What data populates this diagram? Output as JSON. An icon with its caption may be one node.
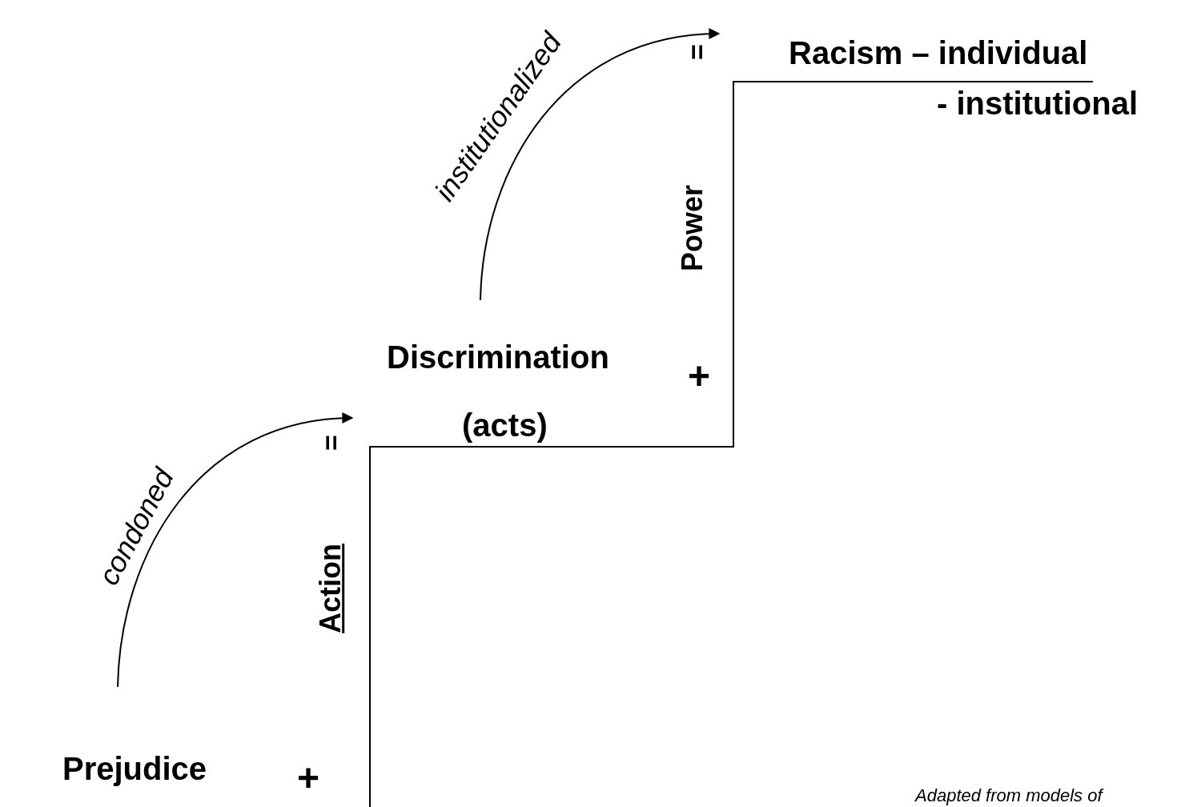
{
  "diagram": {
    "caption": "Adapted from models of",
    "nodes": [
      {
        "text": [
          "Prejudice"
        ]
      },
      {
        "text": [
          "Discrimination",
          "(acts)"
        ]
      },
      {
        "text": [
          "Racism – individual",
          "- institutional"
        ]
      }
    ],
    "edges": [
      {
        "from": 0,
        "to": 1,
        "arrow": "to",
        "label": "condoned"
      },
      {
        "from": 1,
        "to": 2,
        "arrow": "to",
        "label": "institutionalized"
      }
    ],
    "labels": [
      "+",
      "Action",
      "=",
      "+",
      "Power",
      "="
    ]
  }
}
